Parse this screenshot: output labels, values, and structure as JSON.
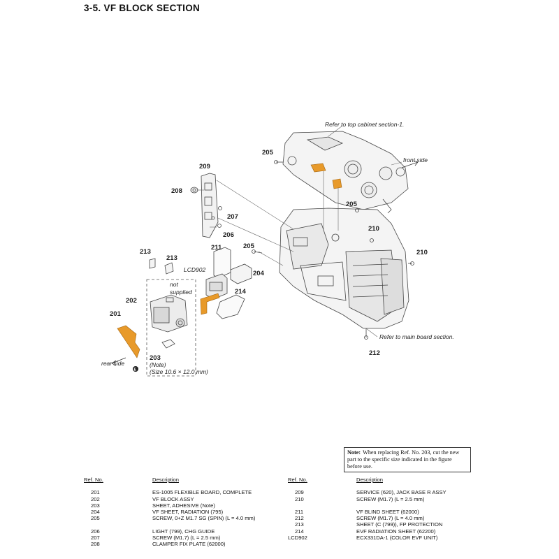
{
  "title": "3-5.  VF  BLOCK  SECTION",
  "callouts": {
    "c201": "201",
    "c202": "202",
    "c203": "203",
    "c204": "204",
    "c205a": "205",
    "c205b": "205",
    "c205c": "205",
    "c206": "206",
    "c207": "207",
    "c208": "208",
    "c209": "209",
    "c210a": "210",
    "c210b": "210",
    "c211": "211",
    "c212": "212",
    "c213a": "213",
    "c213b": "213",
    "c214": "214",
    "lcd902": "LCD902"
  },
  "annotations": {
    "top_cabinet": "Refer to top cabinet section-1.",
    "front_side": "front side",
    "main_board": "Refer to main board section.",
    "rear_side": "rear side",
    "not_supplied_1": "not",
    "not_supplied_2": "supplied",
    "note_ref": "(Note)",
    "size": "(Size 10.6 × 12.0 mm)",
    "marker": "E"
  },
  "note_box": {
    "label": "Note:",
    "text": "When replacing Ref. No. 203, cut the new part to the specific size indicated in the figure before use."
  },
  "parts_table": {
    "header_ref": "Ref. No.",
    "header_desc": "Description",
    "left": [
      {
        "ref": "201",
        "desc": "ES-1005 FLEXIBLE BOARD, COMPLETE"
      },
      {
        "ref": "202",
        "desc": "VF BLOCK ASSY"
      },
      {
        "ref": "203",
        "desc": "SHEET, ADHESIVE (Note)"
      },
      {
        "ref": "204",
        "desc": "VF SHEET, RADIATION (795)"
      },
      {
        "ref": "205",
        "desc": "SCREW, 0+Z M1.7 SG (SPIN) (L = 4.0 mm)"
      },
      {
        "ref": "206",
        "desc": "LIGHT (799), CHG GUIDE"
      },
      {
        "ref": "207",
        "desc": "SCREW (M1.7) (L = 2.5 mm)"
      },
      {
        "ref": "208",
        "desc": "CLAMPER FIX PLATE (62000)"
      }
    ],
    "right": [
      {
        "ref": "209",
        "desc": "SERVICE (620), JACK BASE R ASSY"
      },
      {
        "ref": "210",
        "desc": "SCREW (M1.7) (L = 2.5 mm)"
      },
      {
        "ref": "211",
        "desc": "VF BLIND SHEET (62000)"
      },
      {
        "ref": "212",
        "desc": "SCREW (M1.7) (L = 4.0 mm)"
      },
      {
        "ref": "213",
        "desc": "SHEET (C (799)), FP PROTECTION"
      },
      {
        "ref": "214",
        "desc": "EVF RADIATION SHEET (62200)"
      },
      {
        "ref": "LCD902",
        "desc": "ECX331DA-1 (COLOR EVF UNIT)"
      }
    ]
  },
  "colors": {
    "flex_orange": "#e89a2a",
    "line": "#444444",
    "body_fill": "#f4f4f4"
  }
}
